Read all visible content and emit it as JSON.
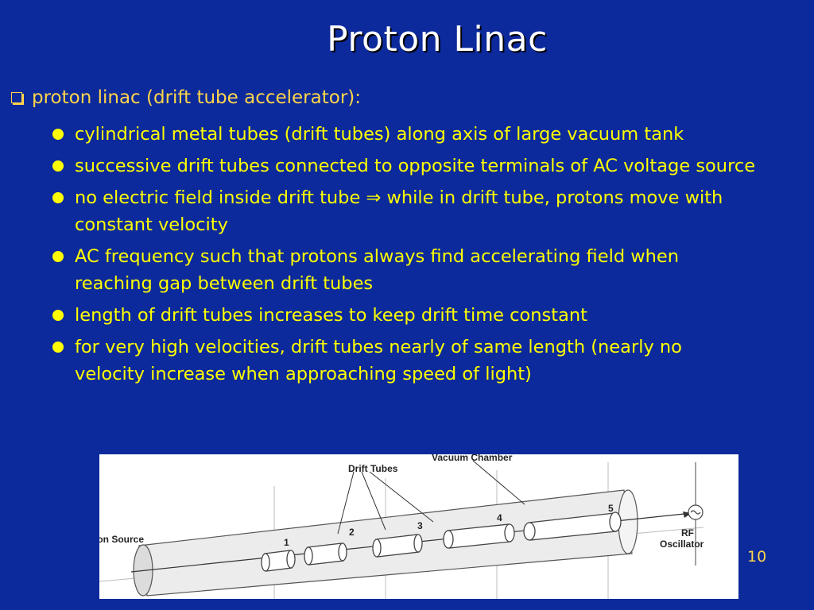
{
  "slide": {
    "title": "Proton Linac",
    "page_number": "10"
  },
  "heading": "proton linac (drift tube accelerator):",
  "bullets": [
    "cylindrical metal tubes (drift tubes) along axis of large vacuum tank",
    "successive drift tubes connected to opposite terminals of AC voltage source",
    "no electric field inside drift tube ⇒ while in drift tube, protons move with constant velocity",
    " AC frequency such that protons always find accelerating field when reaching gap between drift tubes",
    "length of drift tubes increases to keep drift time constant",
    " for very high velocities, drift tubes nearly of same length (nearly no velocity increase when approaching speed of light)"
  ],
  "figure": {
    "labels": {
      "vacuum_chamber": "Vacuum Chamber",
      "drift_tubes": "Drift Tubes",
      "ion_source": "Ion Source",
      "rf_line1": "RF",
      "rf_line2": "Oscillator",
      "tube_numbers": [
        "1",
        "2",
        "3",
        "4",
        "5"
      ]
    }
  },
  "colors": {
    "background": "#0c2a9c",
    "title": "#ffffff",
    "heading": "#ffd54a",
    "bullet_text": "#ffff00"
  }
}
